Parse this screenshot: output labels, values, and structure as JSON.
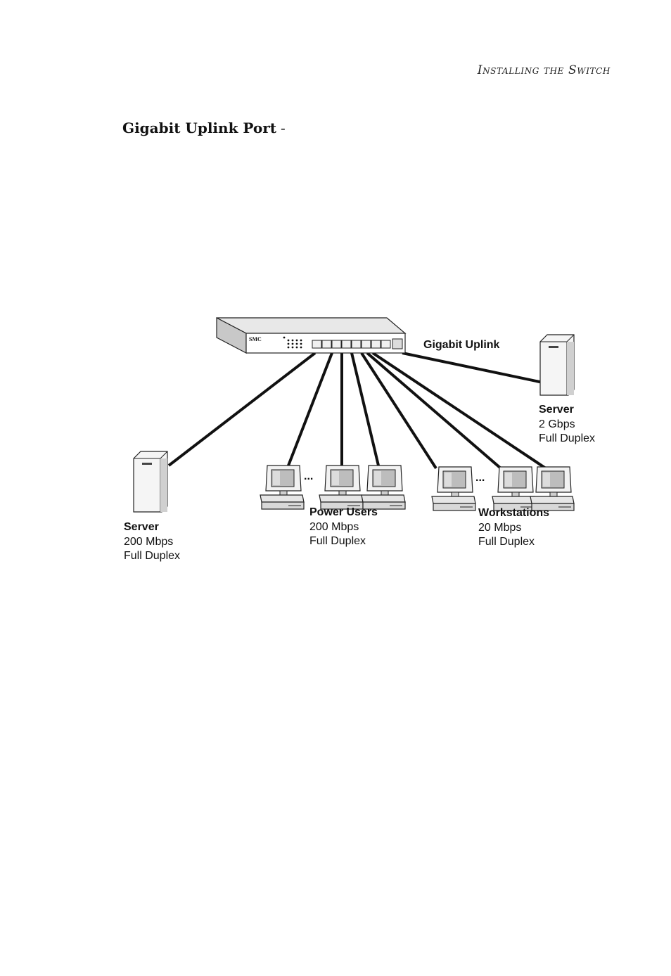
{
  "header": {
    "running_title": "Installing the Switch"
  },
  "section": {
    "heading": "Gigabit Uplink Port",
    "separator": "-"
  },
  "diagram": {
    "switch_logo": "SMC",
    "ellipsis": "...",
    "uplink_label": "Gigabit Uplink",
    "server_right": {
      "title": "Server",
      "speed": "2 Gbps",
      "mode": "Full Duplex"
    },
    "server_left": {
      "title": "Server",
      "speed": "200 Mbps",
      "mode": "Full Duplex"
    },
    "power_users": {
      "title": "Power Users",
      "speed": "200 Mbps",
      "mode": "Full Duplex"
    },
    "workstations": {
      "title": "Workstations",
      "speed": "20 Mbps",
      "mode": "Full Duplex"
    }
  }
}
